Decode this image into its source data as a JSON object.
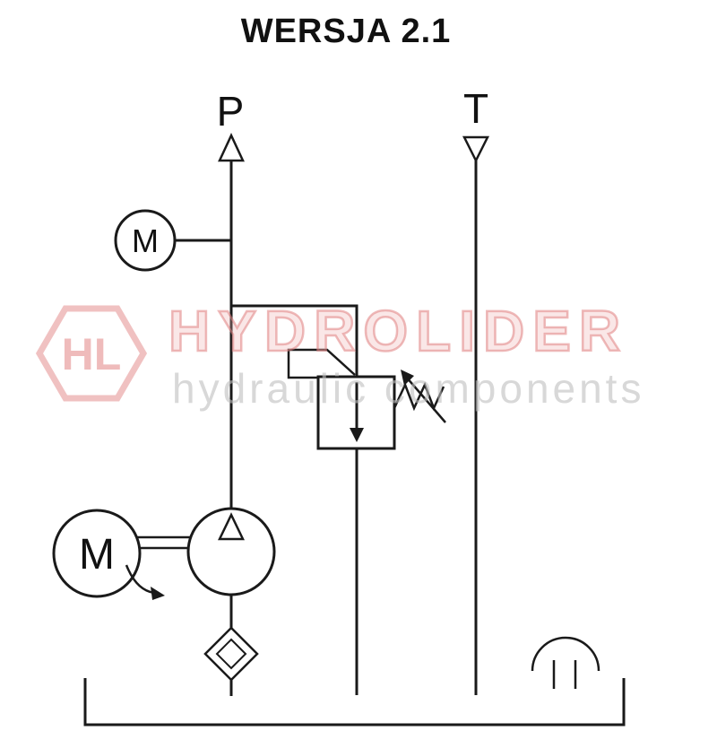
{
  "title": "WERSJA 2.1",
  "diagram": {
    "port_p_label": "P",
    "port_t_label": "T",
    "gauge_label": "M",
    "motor_label": "M",
    "line_color": "#1a1a1a"
  },
  "watermark": {
    "brand": "HYDROLIDER",
    "tagline": "hydraulic components",
    "logo_monogram": "HL",
    "brand_color": "#e08484",
    "tagline_color": "#c4c4c4"
  }
}
